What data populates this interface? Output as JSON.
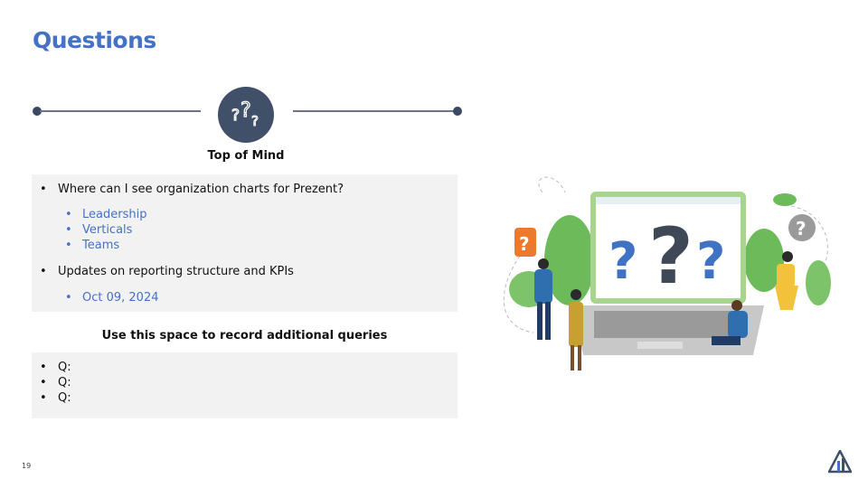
{
  "slide": {
    "title": "Questions",
    "section_heading": "Top of Mind",
    "top_items": [
      {
        "text": "Where can I see organization charts for Prezent?",
        "subitems": [
          "Leadership",
          "Verticals",
          "Teams"
        ]
      },
      {
        "text": "Updates on reporting structure and KPIs",
        "subitems": [
          "Oct 09, 2024"
        ]
      }
    ],
    "additional_heading": "Use this space to record additional queries",
    "queries": [
      "Q:",
      "Q:",
      "Q:"
    ],
    "page_number": "19"
  },
  "colors": {
    "accent": "#4472c4",
    "hub": "#3f5068",
    "panel": "#f2f2f2"
  },
  "icons": [
    "question-marks-icon",
    "logo-icon"
  ]
}
